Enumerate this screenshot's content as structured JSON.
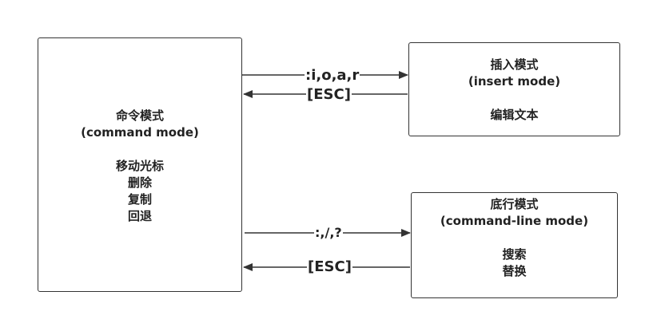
{
  "command_mode": {
    "title": "命令模式",
    "subtitle": "(command mode)",
    "actions": [
      "移动光标",
      "删除",
      "复制",
      "回退"
    ]
  },
  "insert_mode": {
    "title": "插入模式",
    "subtitle": "(insert mode)",
    "actions": [
      "编辑文本"
    ]
  },
  "cmdline_mode": {
    "title": "底行模式",
    "subtitle": "(command-line mode)",
    "actions": [
      "搜索",
      "替换"
    ]
  },
  "transitions": {
    "to_insert": ":i,o,a,r",
    "from_insert": "[ESC]",
    "to_cmdline": ":,/,?",
    "from_cmdline": "[ESC]"
  },
  "colors": {
    "line": "#333333",
    "text": "#222222",
    "background": "#ffffff"
  }
}
